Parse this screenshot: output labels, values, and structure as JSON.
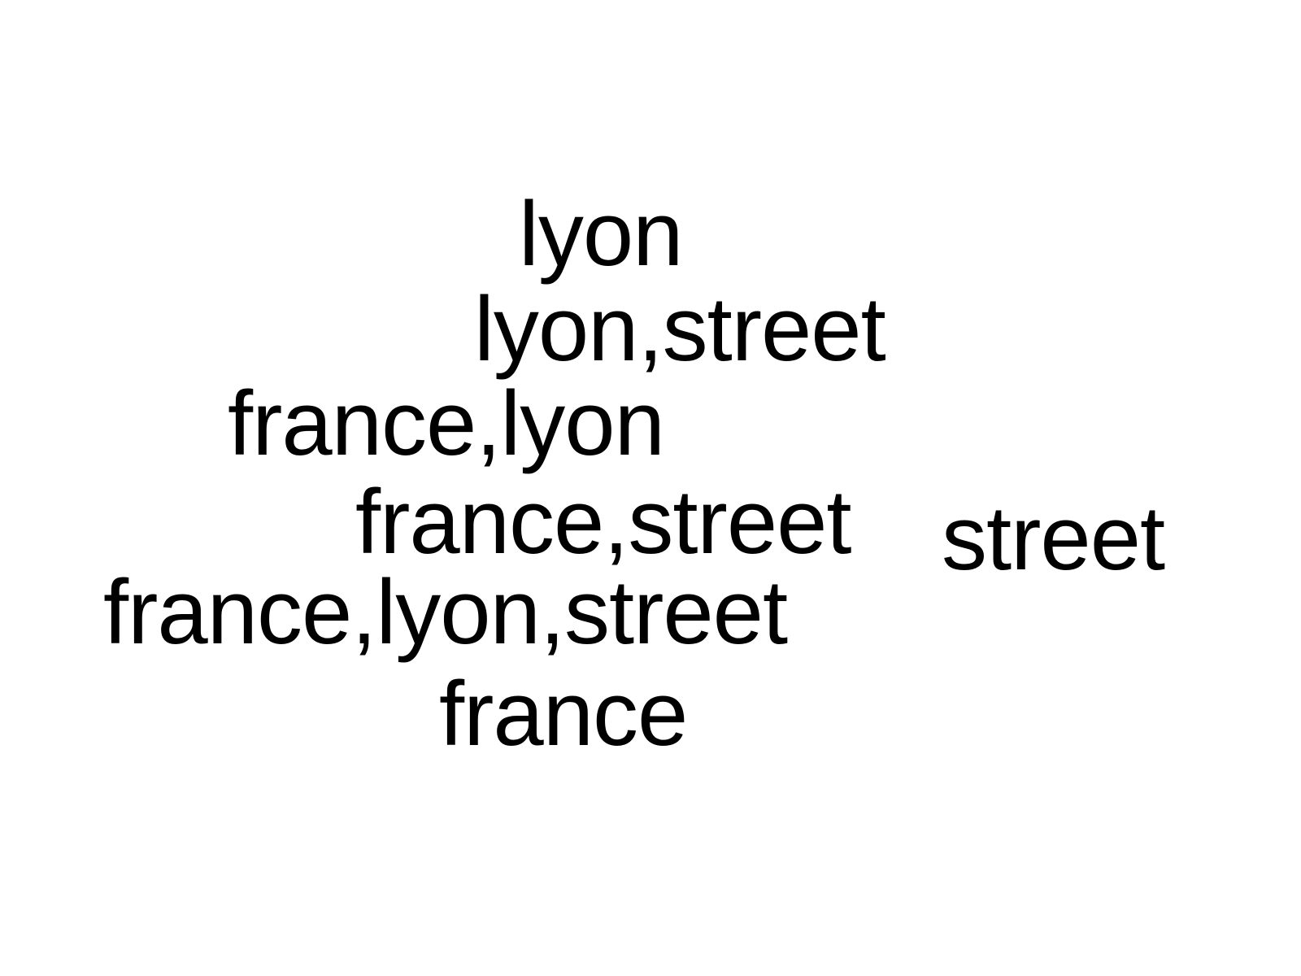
{
  "words": [
    "lyon",
    "lyon,street",
    "france,lyon",
    "france,street",
    "street",
    "france,lyon,street",
    "france"
  ],
  "colors": {
    "background": "#ffffff",
    "text": "#000000"
  }
}
